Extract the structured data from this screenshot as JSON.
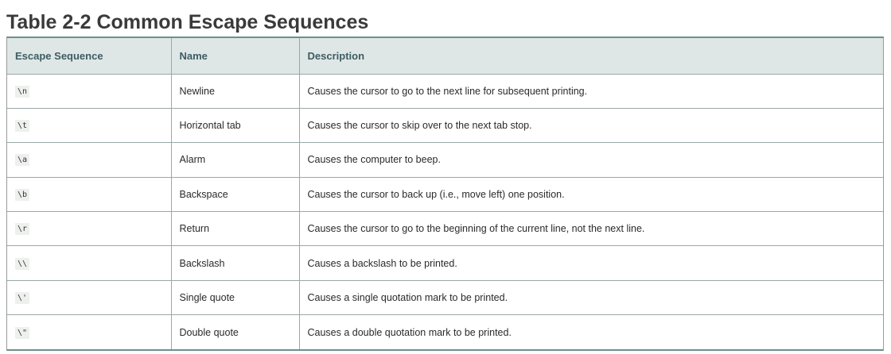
{
  "title": "Table 2-2 Common Escape Sequences",
  "table": {
    "headers": [
      "Escape Sequence",
      "Name",
      "Description"
    ],
    "rows": [
      {
        "sequence": "\\n",
        "name": "Newline",
        "description": "Causes the cursor to go to the next line for subsequent printing."
      },
      {
        "sequence": "\\t",
        "name": "Horizontal tab",
        "description": "Causes the cursor to skip over to the next tab stop."
      },
      {
        "sequence": "\\a",
        "name": "Alarm",
        "description": "Causes the computer to beep."
      },
      {
        "sequence": "\\b",
        "name": "Backspace",
        "description": "Causes the cursor to back up (i.e., move left) one position."
      },
      {
        "sequence": "\\r",
        "name": "Return",
        "description": "Causes the cursor to go to the beginning of the current line, not the next line."
      },
      {
        "sequence": "\\\\",
        "name": "Backslash",
        "description": "Causes a backslash to be printed."
      },
      {
        "sequence": "\\'",
        "name": "Single quote",
        "description": "Causes a single quotation mark to be printed."
      },
      {
        "sequence": "\\\"",
        "name": "Double quote",
        "description": "Causes a double quotation mark to be printed."
      }
    ]
  },
  "colors": {
    "header_bg": "#dfe6e6",
    "header_text": "#3d5d63",
    "rule": "#6e8f8b",
    "title_text": "#3a3a3a"
  }
}
